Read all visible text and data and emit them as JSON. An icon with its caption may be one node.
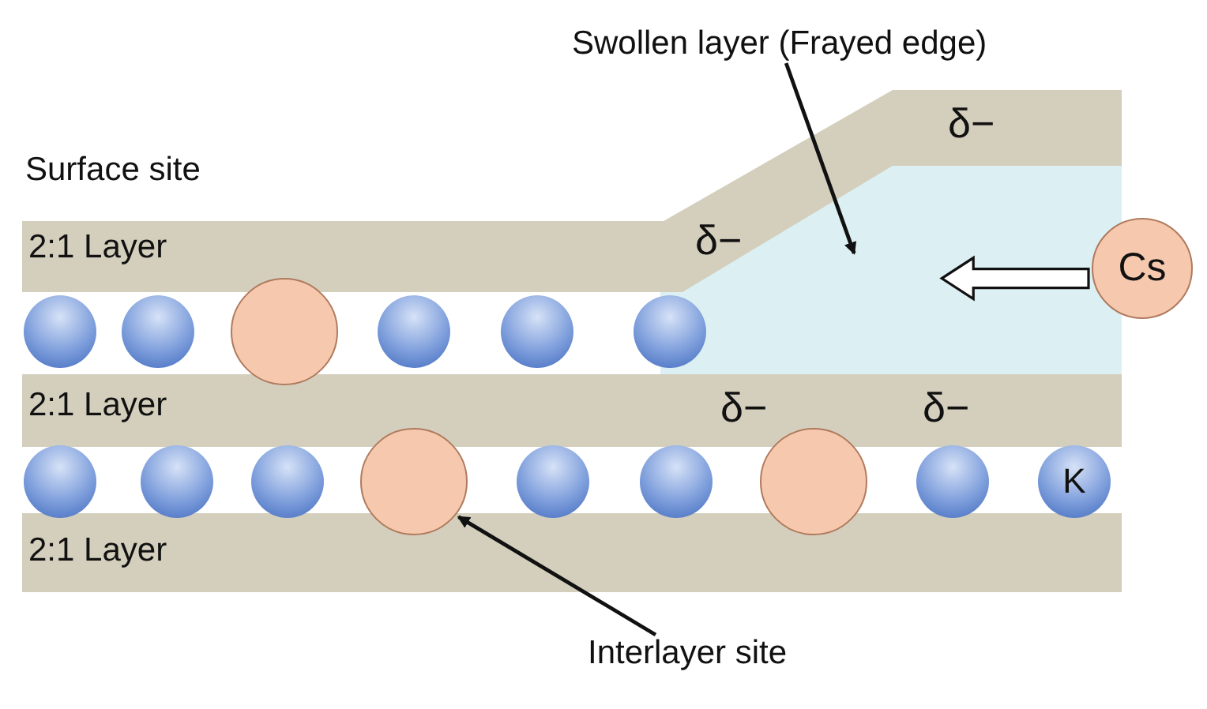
{
  "diagram": {
    "nodes": [
      {
        "text": [
          "Swollen layer (Frayed edge)"
        ]
      },
      {
        "text": [
          "2:1 Layer",
          "δ−",
          "δ−"
        ]
      },
      {
        "text": [],
        "shape": "box"
      },
      {
        "text": [
          "Cs"
        ]
      },
      {
        "text": [],
        "shape": "circle"
      },
      {
        "text": [],
        "shape": "circle"
      },
      {
        "text": [],
        "shape": "circle"
      },
      {
        "text": [],
        "shape": "circle"
      },
      {
        "text": [],
        "shape": "circle"
      },
      {
        "text": [],
        "shape": "circle"
      },
      {
        "text": [
          "2:1 Layer",
          "δ−",
          "δ−"
        ]
      },
      {
        "text": [],
        "shape": "circle"
      },
      {
        "text": [],
        "shape": "circle"
      },
      {
        "text": [],
        "shape": "circle"
      },
      {
        "text": [],
        "shape": "circle"
      },
      {
        "text": [],
        "shape": "circle"
      },
      {
        "text": [],
        "shape": "circle"
      },
      {
        "text": [],
        "shape": "circle"
      },
      {
        "text": [],
        "shape": "circle"
      },
      {
        "text": [
          "K"
        ]
      },
      {
        "text": [
          "2:1 Layer"
        ]
      },
      {
        "text": [
          "Interlayer site"
        ]
      }
    ],
    "edges": [
      {
        "from": 0,
        "to": 2,
        "arrow": "to"
      },
      {
        "from": 3,
        "to": 2,
        "arrow": "to",
        "style": "thick"
      },
      {
        "from": 21,
        "to": 14,
        "arrow": "to"
      }
    ],
    "labels": [
      "Surface site"
    ]
  }
}
